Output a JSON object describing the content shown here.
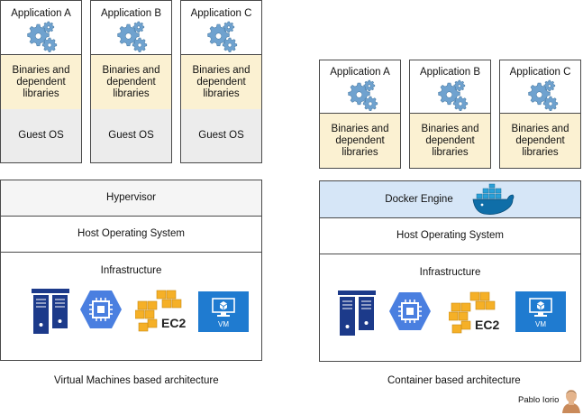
{
  "vm": {
    "apps": [
      {
        "name": "Application A",
        "binaries": "Binaries and dependent libraries",
        "os": "Guest OS"
      },
      {
        "name": "Application B",
        "binaries": "Binaries and dependent libraries",
        "os": "Guest OS"
      },
      {
        "name": "Application C",
        "binaries": "Binaries and dependent libraries",
        "os": "Guest OS"
      }
    ],
    "hypervisor": "Hypervisor",
    "host_os": "Host Operating System",
    "infrastructure": "Infrastructure",
    "ec2_label": "EC2",
    "vm_label": "VM",
    "caption": "Virtual Machines based architecture"
  },
  "container": {
    "apps": [
      {
        "name": "Application A",
        "binaries": "Binaries and dependent libraries"
      },
      {
        "name": "Application B",
        "binaries": "Binaries and dependent libraries"
      },
      {
        "name": "Application C",
        "binaries": "Binaries and dependent libraries"
      }
    ],
    "engine": "Docker Engine",
    "host_os": "Host Operating System",
    "infrastructure": "Infrastructure",
    "ec2_label": "EC2",
    "vm_label": "VM",
    "caption": "Container based architecture"
  },
  "author": "Pablo Iorio",
  "colors": {
    "binaries_bg": "#fbf1d2",
    "guest_os_bg": "#ececec",
    "hypervisor_bg": "#f5f5f5",
    "docker_engine_bg": "#d6e6f7",
    "gear": "#6fa2cf",
    "server": "#1c3a8a",
    "gcp": "#4a7fe0",
    "aws": "#f5b027",
    "azure_vm": "#1f7bd0"
  },
  "icons": [
    "gear-icon",
    "server-rack-icon",
    "gcp-compute-icon",
    "aws-ec2-icon",
    "azure-vm-icon",
    "docker-whale-icon"
  ]
}
